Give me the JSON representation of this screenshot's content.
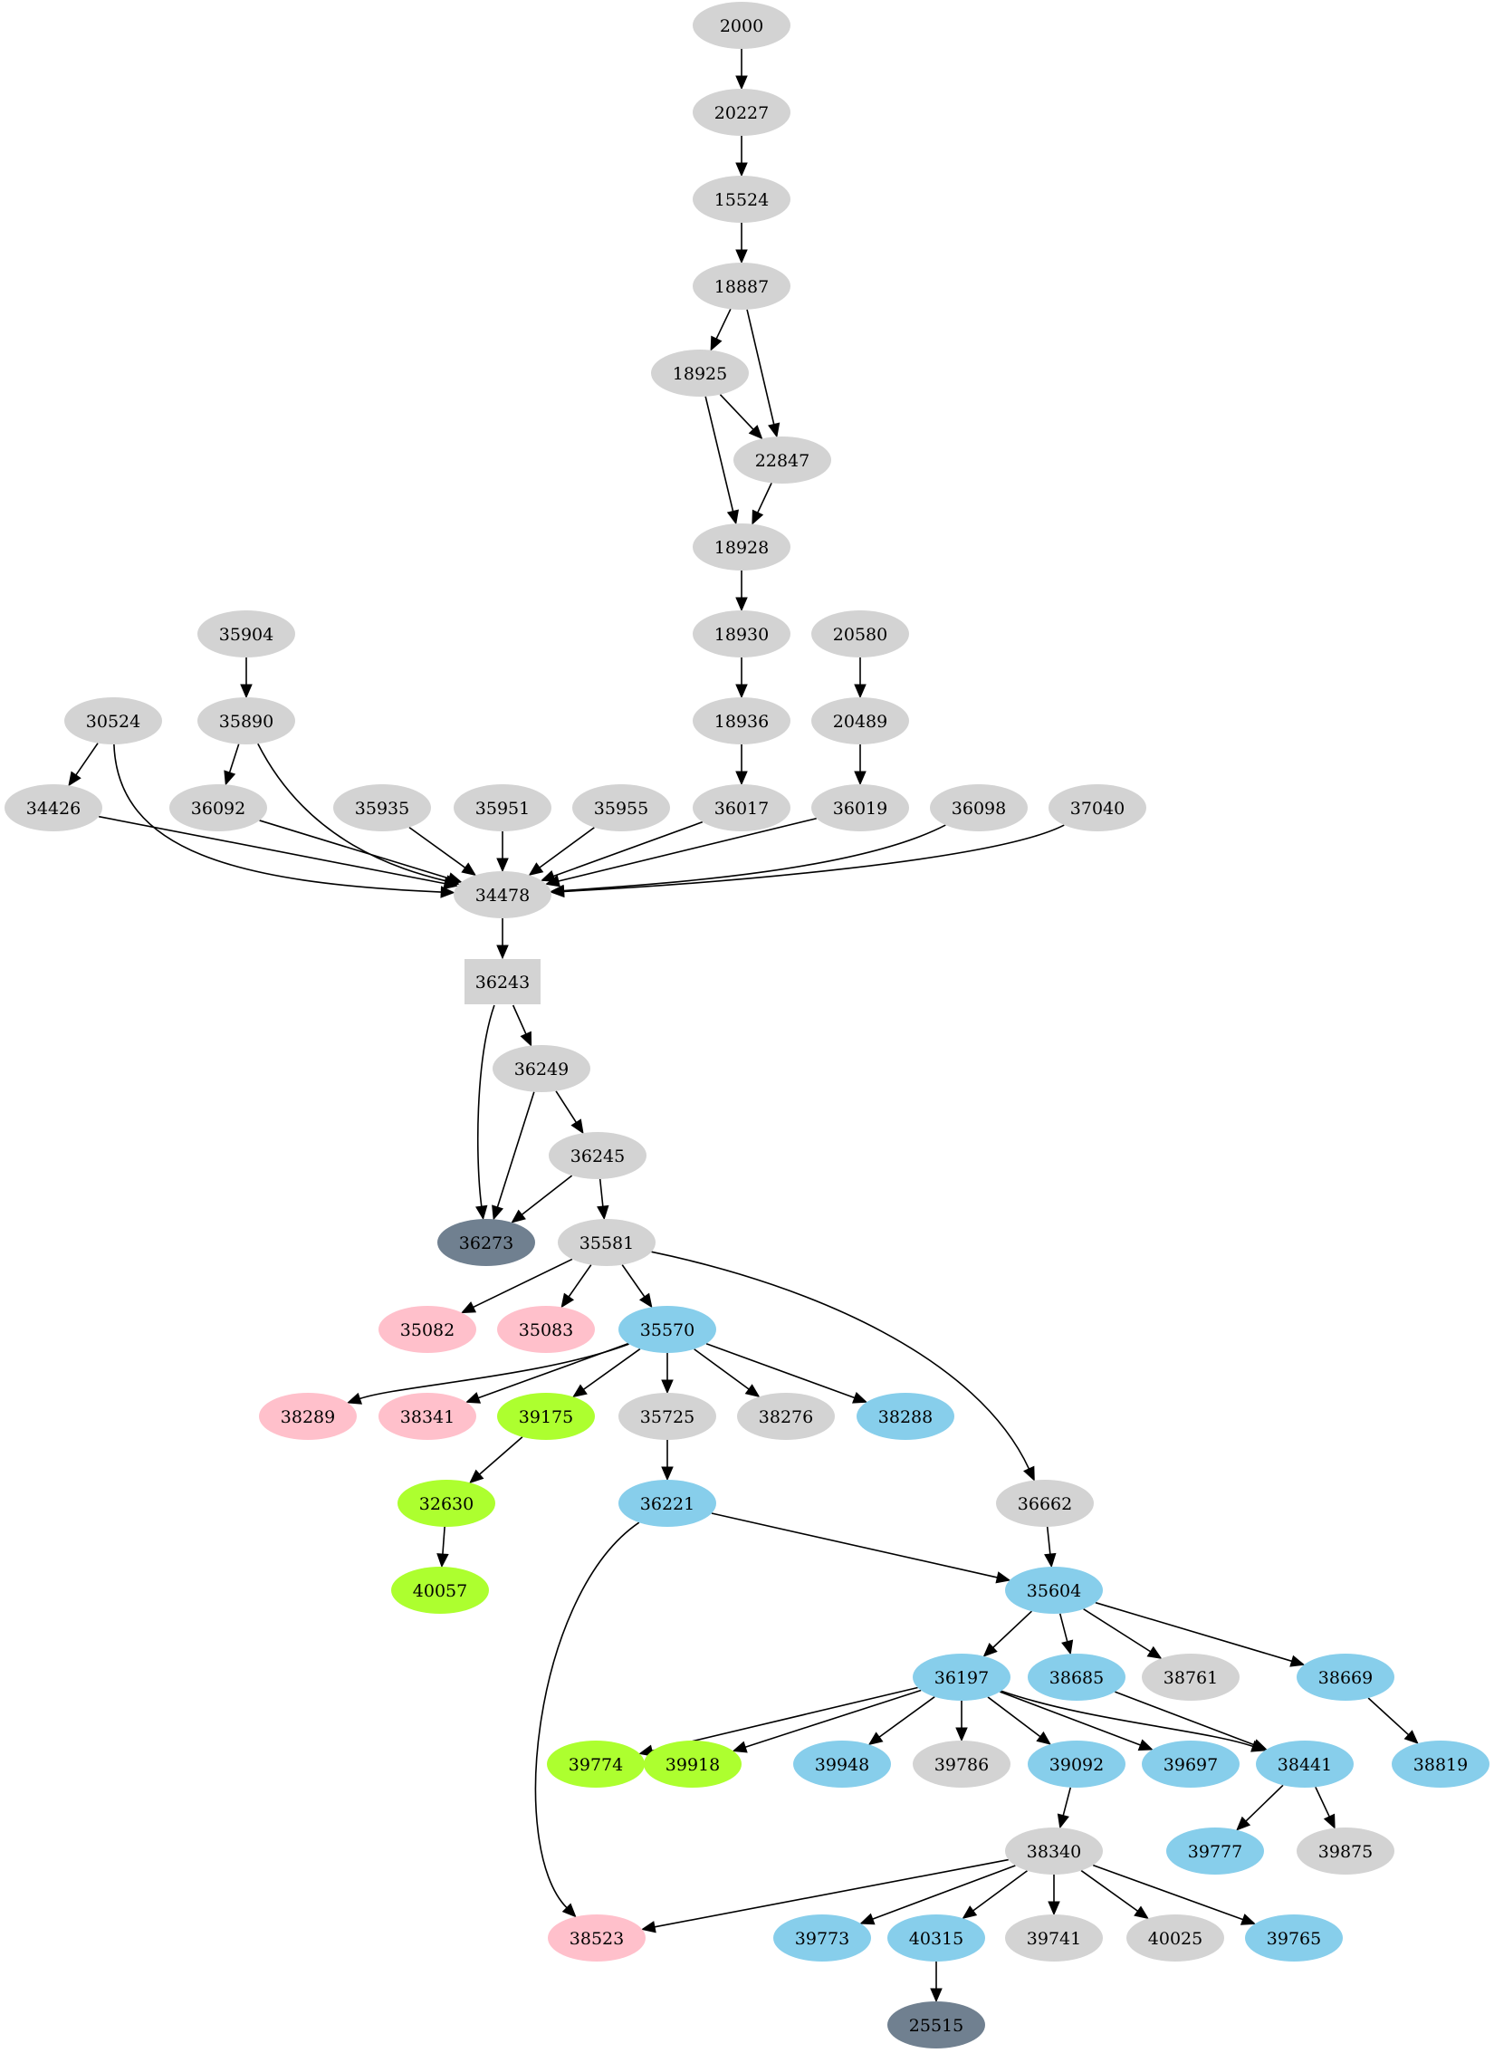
{
  "graph": {
    "type": "directed-graph",
    "colors": {
      "default": "#d3d3d3",
      "pink": "#ffc0cb",
      "skyblue": "#87ceeb",
      "greenyellow": "#adff2f",
      "slategray": "#708090",
      "edge": "#000000",
      "background": "#ffffff"
    },
    "nodes": [
      {
        "id": "2000",
        "label": "2000",
        "color": "default",
        "shape": "ellipse"
      },
      {
        "id": "20227",
        "label": "20227",
        "color": "default",
        "shape": "ellipse"
      },
      {
        "id": "15524",
        "label": "15524",
        "color": "default",
        "shape": "ellipse"
      },
      {
        "id": "18887",
        "label": "18887",
        "color": "default",
        "shape": "ellipse"
      },
      {
        "id": "18925",
        "label": "18925",
        "color": "default",
        "shape": "ellipse"
      },
      {
        "id": "22847",
        "label": "22847",
        "color": "default",
        "shape": "ellipse"
      },
      {
        "id": "18928",
        "label": "18928",
        "color": "default",
        "shape": "ellipse"
      },
      {
        "id": "35904",
        "label": "35904",
        "color": "default",
        "shape": "ellipse"
      },
      {
        "id": "18930",
        "label": "18930",
        "color": "default",
        "shape": "ellipse"
      },
      {
        "id": "20580",
        "label": "20580",
        "color": "default",
        "shape": "ellipse"
      },
      {
        "id": "30524",
        "label": "30524",
        "color": "default",
        "shape": "ellipse"
      },
      {
        "id": "35890",
        "label": "35890",
        "color": "default",
        "shape": "ellipse"
      },
      {
        "id": "18936",
        "label": "18936",
        "color": "default",
        "shape": "ellipse"
      },
      {
        "id": "20489",
        "label": "20489",
        "color": "default",
        "shape": "ellipse"
      },
      {
        "id": "34426",
        "label": "34426",
        "color": "default",
        "shape": "ellipse"
      },
      {
        "id": "36092",
        "label": "36092",
        "color": "default",
        "shape": "ellipse"
      },
      {
        "id": "35935",
        "label": "35935",
        "color": "default",
        "shape": "ellipse"
      },
      {
        "id": "35951",
        "label": "35951",
        "color": "default",
        "shape": "ellipse"
      },
      {
        "id": "35955",
        "label": "35955",
        "color": "default",
        "shape": "ellipse"
      },
      {
        "id": "36017",
        "label": "36017",
        "color": "default",
        "shape": "ellipse"
      },
      {
        "id": "36019",
        "label": "36019",
        "color": "default",
        "shape": "ellipse"
      },
      {
        "id": "36098",
        "label": "36098",
        "color": "default",
        "shape": "ellipse"
      },
      {
        "id": "37040",
        "label": "37040",
        "color": "default",
        "shape": "ellipse"
      },
      {
        "id": "34478",
        "label": "34478",
        "color": "default",
        "shape": "ellipse"
      },
      {
        "id": "36243",
        "label": "36243",
        "color": "default",
        "shape": "box"
      },
      {
        "id": "36249",
        "label": "36249",
        "color": "default",
        "shape": "ellipse"
      },
      {
        "id": "36245",
        "label": "36245",
        "color": "default",
        "shape": "ellipse"
      },
      {
        "id": "36273",
        "label": "36273",
        "color": "slategray",
        "shape": "ellipse"
      },
      {
        "id": "35581",
        "label": "35581",
        "color": "default",
        "shape": "ellipse"
      },
      {
        "id": "35082",
        "label": "35082",
        "color": "pink",
        "shape": "ellipse"
      },
      {
        "id": "35083",
        "label": "35083",
        "color": "pink",
        "shape": "ellipse"
      },
      {
        "id": "35570",
        "label": "35570",
        "color": "skyblue",
        "shape": "ellipse"
      },
      {
        "id": "38289",
        "label": "38289",
        "color": "pink",
        "shape": "ellipse"
      },
      {
        "id": "38341",
        "label": "38341",
        "color": "pink",
        "shape": "ellipse"
      },
      {
        "id": "39175",
        "label": "39175",
        "color": "greenyellow",
        "shape": "ellipse"
      },
      {
        "id": "35725",
        "label": "35725",
        "color": "default",
        "shape": "ellipse"
      },
      {
        "id": "38276",
        "label": "38276",
        "color": "default",
        "shape": "ellipse"
      },
      {
        "id": "38288",
        "label": "38288",
        "color": "skyblue",
        "shape": "ellipse"
      },
      {
        "id": "32630",
        "label": "32630",
        "color": "greenyellow",
        "shape": "ellipse"
      },
      {
        "id": "36221",
        "label": "36221",
        "color": "skyblue",
        "shape": "ellipse"
      },
      {
        "id": "36662",
        "label": "36662",
        "color": "default",
        "shape": "ellipse"
      },
      {
        "id": "40057",
        "label": "40057",
        "color": "greenyellow",
        "shape": "ellipse"
      },
      {
        "id": "35604",
        "label": "35604",
        "color": "skyblue",
        "shape": "ellipse"
      },
      {
        "id": "36197",
        "label": "36197",
        "color": "skyblue",
        "shape": "ellipse"
      },
      {
        "id": "38685",
        "label": "38685",
        "color": "skyblue",
        "shape": "ellipse"
      },
      {
        "id": "38761",
        "label": "38761",
        "color": "default",
        "shape": "ellipse"
      },
      {
        "id": "38669",
        "label": "38669",
        "color": "skyblue",
        "shape": "ellipse"
      },
      {
        "id": "39774",
        "label": "39774",
        "color": "greenyellow",
        "shape": "ellipse"
      },
      {
        "id": "39918",
        "label": "39918",
        "color": "greenyellow",
        "shape": "ellipse"
      },
      {
        "id": "39948",
        "label": "39948",
        "color": "skyblue",
        "shape": "ellipse"
      },
      {
        "id": "39786",
        "label": "39786",
        "color": "default",
        "shape": "ellipse"
      },
      {
        "id": "39092",
        "label": "39092",
        "color": "skyblue",
        "shape": "ellipse"
      },
      {
        "id": "39697",
        "label": "39697",
        "color": "skyblue",
        "shape": "ellipse"
      },
      {
        "id": "38441",
        "label": "38441",
        "color": "skyblue",
        "shape": "ellipse"
      },
      {
        "id": "38819",
        "label": "38819",
        "color": "skyblue",
        "shape": "ellipse"
      },
      {
        "id": "38340",
        "label": "38340",
        "color": "default",
        "shape": "ellipse"
      },
      {
        "id": "39777",
        "label": "39777",
        "color": "skyblue",
        "shape": "ellipse"
      },
      {
        "id": "39875",
        "label": "39875",
        "color": "default",
        "shape": "ellipse"
      },
      {
        "id": "38523",
        "label": "38523",
        "color": "pink",
        "shape": "ellipse"
      },
      {
        "id": "39773",
        "label": "39773",
        "color": "skyblue",
        "shape": "ellipse"
      },
      {
        "id": "40315",
        "label": "40315",
        "color": "skyblue",
        "shape": "ellipse"
      },
      {
        "id": "39741",
        "label": "39741",
        "color": "default",
        "shape": "ellipse"
      },
      {
        "id": "40025",
        "label": "40025",
        "color": "default",
        "shape": "ellipse"
      },
      {
        "id": "39765",
        "label": "39765",
        "color": "skyblue",
        "shape": "ellipse"
      },
      {
        "id": "25515",
        "label": "25515",
        "color": "slategray",
        "shape": "ellipse"
      }
    ],
    "edges": [
      [
        "2000",
        "20227"
      ],
      [
        "20227",
        "15524"
      ],
      [
        "15524",
        "18887"
      ],
      [
        "18887",
        "18925"
      ],
      [
        "18887",
        "22847"
      ],
      [
        "18925",
        "22847"
      ],
      [
        "18925",
        "18928"
      ],
      [
        "22847",
        "18928"
      ],
      [
        "18928",
        "18930"
      ],
      [
        "18930",
        "18936"
      ],
      [
        "18936",
        "36017"
      ],
      [
        "20580",
        "20489"
      ],
      [
        "20489",
        "36019"
      ],
      [
        "35904",
        "35890"
      ],
      [
        "30524",
        "34426"
      ],
      [
        "30524",
        "34478"
      ],
      [
        "35890",
        "36092"
      ],
      [
        "35890",
        "34478"
      ],
      [
        "34426",
        "34478"
      ],
      [
        "36092",
        "34478"
      ],
      [
        "35935",
        "34478"
      ],
      [
        "35951",
        "34478"
      ],
      [
        "35955",
        "34478"
      ],
      [
        "36017",
        "34478"
      ],
      [
        "36019",
        "34478"
      ],
      [
        "36098",
        "34478"
      ],
      [
        "37040",
        "34478"
      ],
      [
        "34478",
        "36243"
      ],
      [
        "36243",
        "36249"
      ],
      [
        "36243",
        "36273"
      ],
      [
        "36249",
        "36273"
      ],
      [
        "36249",
        "36245"
      ],
      [
        "36245",
        "36273"
      ],
      [
        "36245",
        "35581"
      ],
      [
        "35581",
        "35082"
      ],
      [
        "35581",
        "35083"
      ],
      [
        "35581",
        "35570"
      ],
      [
        "35581",
        "36662"
      ],
      [
        "35570",
        "38289"
      ],
      [
        "35570",
        "38341"
      ],
      [
        "35570",
        "39175"
      ],
      [
        "35570",
        "35725"
      ],
      [
        "35570",
        "38276"
      ],
      [
        "35570",
        "38288"
      ],
      [
        "39175",
        "32630"
      ],
      [
        "32630",
        "40057"
      ],
      [
        "35725",
        "36221"
      ],
      [
        "36221",
        "35604"
      ],
      [
        "36221",
        "38523"
      ],
      [
        "36662",
        "35604"
      ],
      [
        "35604",
        "36197"
      ],
      [
        "35604",
        "38685"
      ],
      [
        "35604",
        "38761"
      ],
      [
        "35604",
        "38669"
      ],
      [
        "36197",
        "39774"
      ],
      [
        "36197",
        "39918"
      ],
      [
        "36197",
        "39948"
      ],
      [
        "36197",
        "39786"
      ],
      [
        "36197",
        "39092"
      ],
      [
        "36197",
        "39697"
      ],
      [
        "36197",
        "38441"
      ],
      [
        "38685",
        "38441"
      ],
      [
        "38669",
        "38819"
      ],
      [
        "39092",
        "38340"
      ],
      [
        "38441",
        "39777"
      ],
      [
        "38441",
        "39875"
      ],
      [
        "38340",
        "38523"
      ],
      [
        "38340",
        "39773"
      ],
      [
        "38340",
        "40315"
      ],
      [
        "38340",
        "39741"
      ],
      [
        "38340",
        "40025"
      ],
      [
        "38340",
        "39765"
      ],
      [
        "40315",
        "25515"
      ]
    ]
  }
}
